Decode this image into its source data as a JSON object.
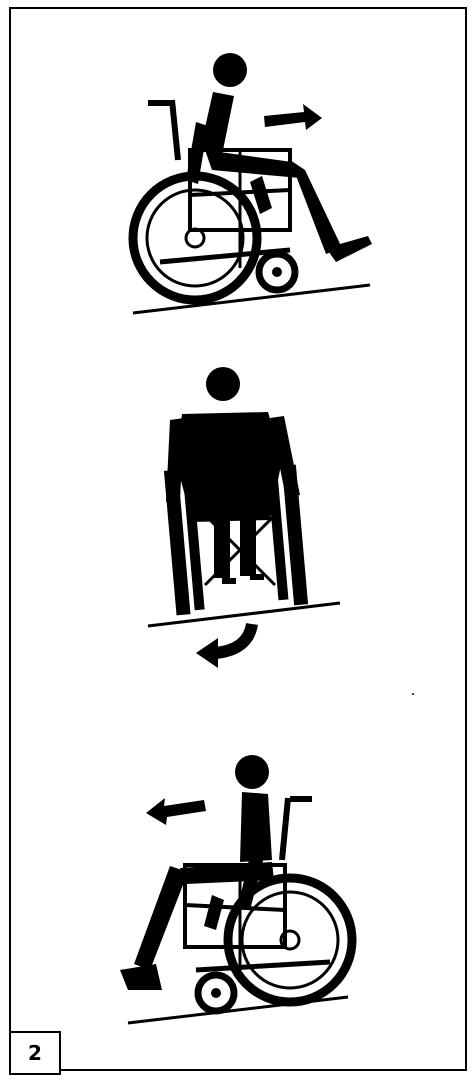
{
  "figure": {
    "step_number": "2",
    "panels": [
      {
        "name": "wheelchair-uphill-side-view",
        "arrow": "right"
      },
      {
        "name": "wheelchair-diagonal-rear-view",
        "arrow": "turn-left"
      },
      {
        "name": "wheelchair-downhill-side-view",
        "arrow": "left"
      }
    ]
  },
  "colors": {
    "ink": "#000000",
    "paper": "#ffffff"
  }
}
